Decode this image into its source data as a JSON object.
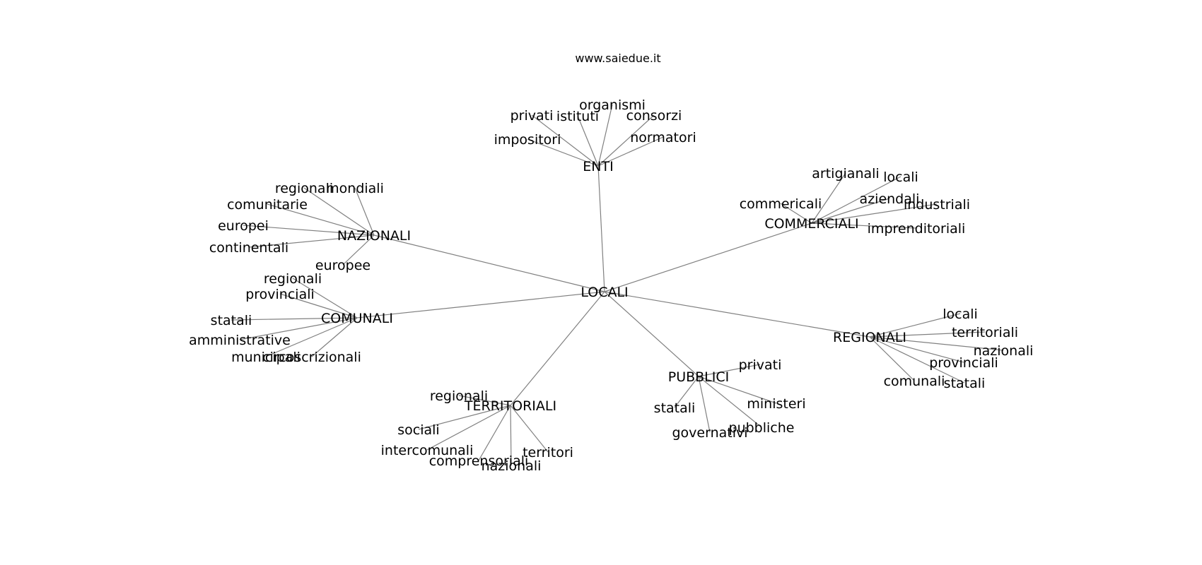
{
  "title": "www.saiedue.it",
  "center": "LOCALI",
  "groups": [
    {
      "id": "enti",
      "label": "ENTI",
      "leaves": [
        "organismi",
        "privati",
        "istituti",
        "consorzi",
        "impositori",
        "normatori"
      ]
    },
    {
      "id": "nazionali",
      "label": "NAZIONALI",
      "leaves": [
        "regionali",
        "mondiali",
        "comunitarie",
        "europei",
        "continentali",
        "europee"
      ]
    },
    {
      "id": "commerciali",
      "label": "COMMERCIALI",
      "leaves": [
        "artigianali",
        "locali",
        "commericali",
        "aziendali",
        "industriali",
        "imprenditoriali"
      ]
    },
    {
      "id": "comunali",
      "label": "COMUNALI",
      "leaves": [
        "regionali",
        "provinciali",
        "statali",
        "amministrative",
        "municipali",
        "circoscrizionali"
      ]
    },
    {
      "id": "regionali",
      "label": "REGIONALI",
      "leaves": [
        "locali",
        "territoriali",
        "nazionali",
        "provinciali",
        "comunali",
        "statali"
      ]
    },
    {
      "id": "pubblici",
      "label": "PUBBLICI",
      "leaves": [
        "privati",
        "statali",
        "ministeri",
        "pubbliche",
        "governativi"
      ]
    },
    {
      "id": "territoriali",
      "label": "TERRITORIALI",
      "leaves": [
        "regionali",
        "sociali",
        "intercomunali",
        "comprensoriali",
        "nazionali",
        "territori"
      ]
    }
  ]
}
